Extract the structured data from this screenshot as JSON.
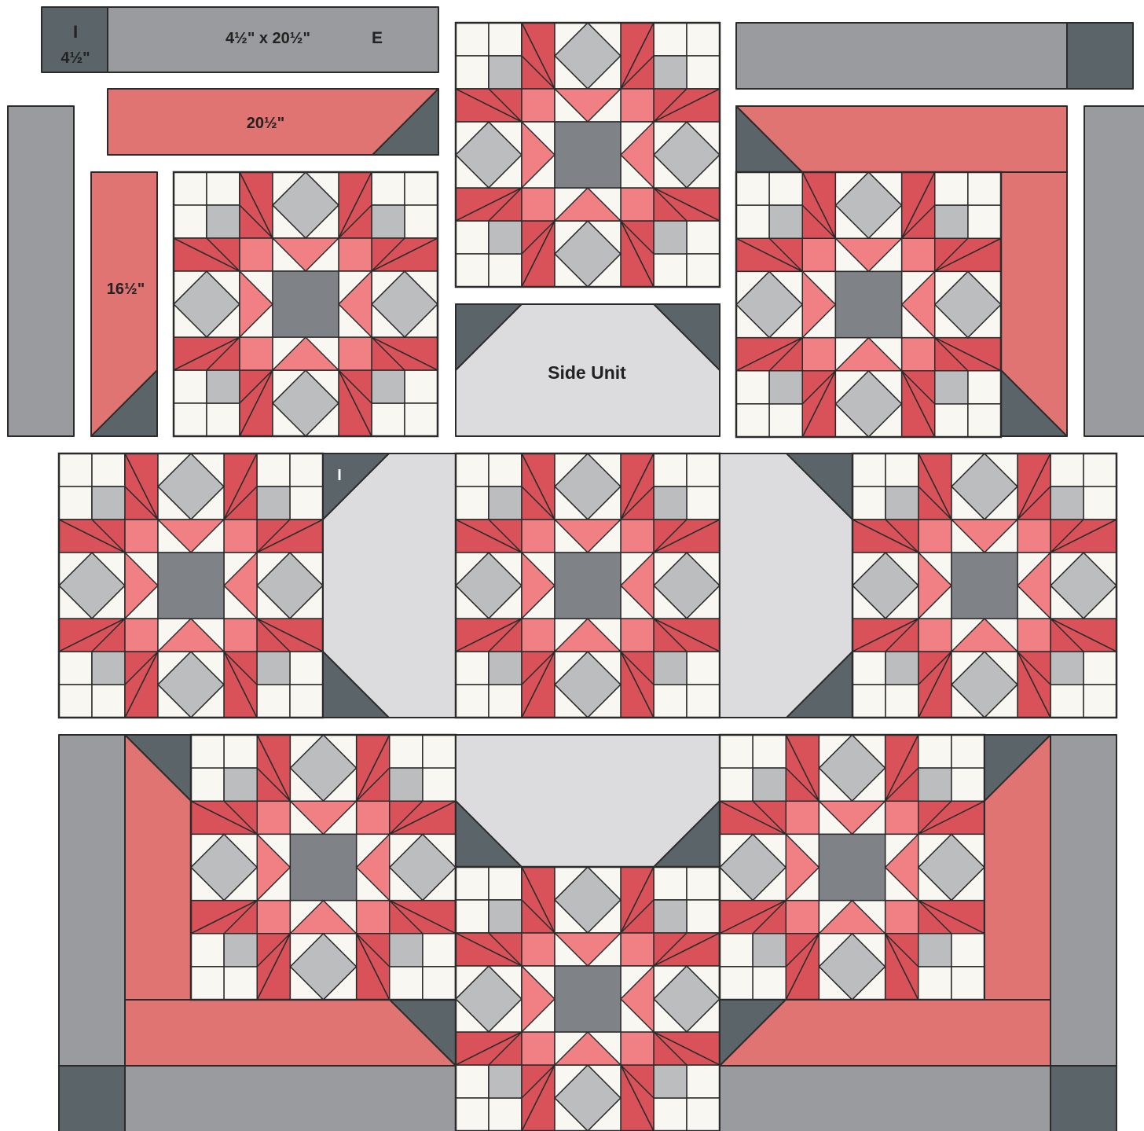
{
  "colors": {
    "cream": "#f9f7f1",
    "light_gray": "#bcbdbf",
    "medium_gray": "#9a9b9e",
    "pale_gray": "#dcdcde",
    "charcoal": "#5b6469",
    "center_gray": "#7f8387",
    "red": "#d9525a",
    "pink": "#f08084",
    "salmon": "#e07472",
    "outline": "#2b2b2b"
  },
  "labels": {
    "piece_i_letter": "I",
    "piece_i_size": "4½\"",
    "strip_e_size": "4½\" x 20½\"",
    "strip_e_letter": "E",
    "strip_20_size": "20½\"",
    "strip_16_size": "16½\"",
    "side_unit": "Side Unit",
    "row2_corner_letter": "I"
  }
}
